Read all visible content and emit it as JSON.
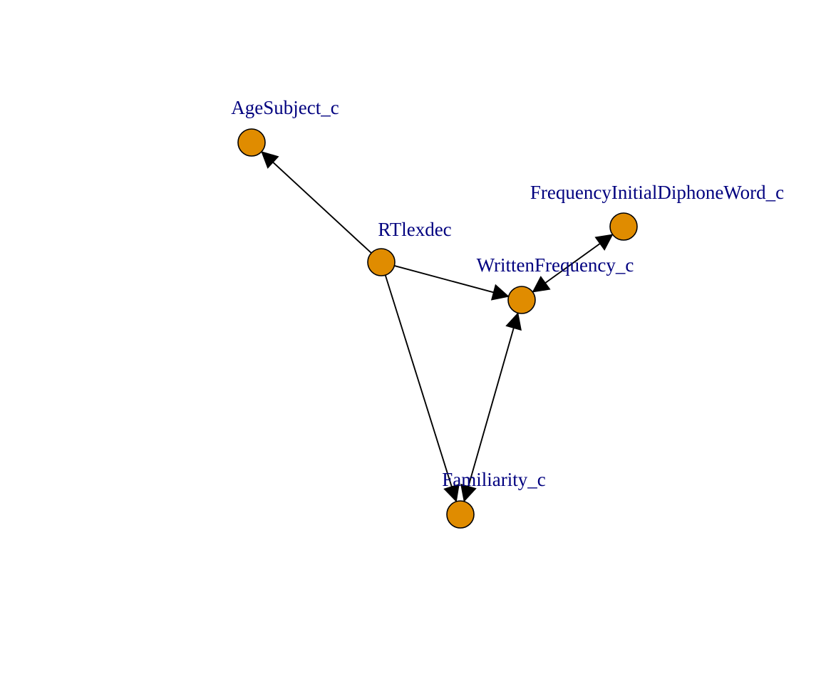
{
  "graph": {
    "colors": {
      "node_fill": "#e08c00",
      "label": "#00007f",
      "edge": "#000000"
    },
    "nodes": [
      {
        "id": "AgeSubject_c",
        "label": "AgeSubject_c"
      },
      {
        "id": "RTlexdec",
        "label": "RTlexdec"
      },
      {
        "id": "FrequencyInitialDiphoneWord_c",
        "label": "FrequencyInitialDiphoneWord_c"
      },
      {
        "id": "WrittenFrequency_c",
        "label": "WrittenFrequency_c"
      },
      {
        "id": "Familiarity_c",
        "label": "Familiarity_c"
      }
    ],
    "edges": [
      {
        "from": "RTlexdec",
        "to": "AgeSubject_c",
        "arrows": "to"
      },
      {
        "from": "RTlexdec",
        "to": "WrittenFrequency_c",
        "arrows": "to"
      },
      {
        "from": "RTlexdec",
        "to": "Familiarity_c",
        "arrows": "to"
      },
      {
        "from": "FrequencyInitialDiphoneWord_c",
        "to": "WrittenFrequency_c",
        "arrows": "both"
      },
      {
        "from": "WrittenFrequency_c",
        "to": "Familiarity_c",
        "arrows": "both"
      }
    ]
  }
}
